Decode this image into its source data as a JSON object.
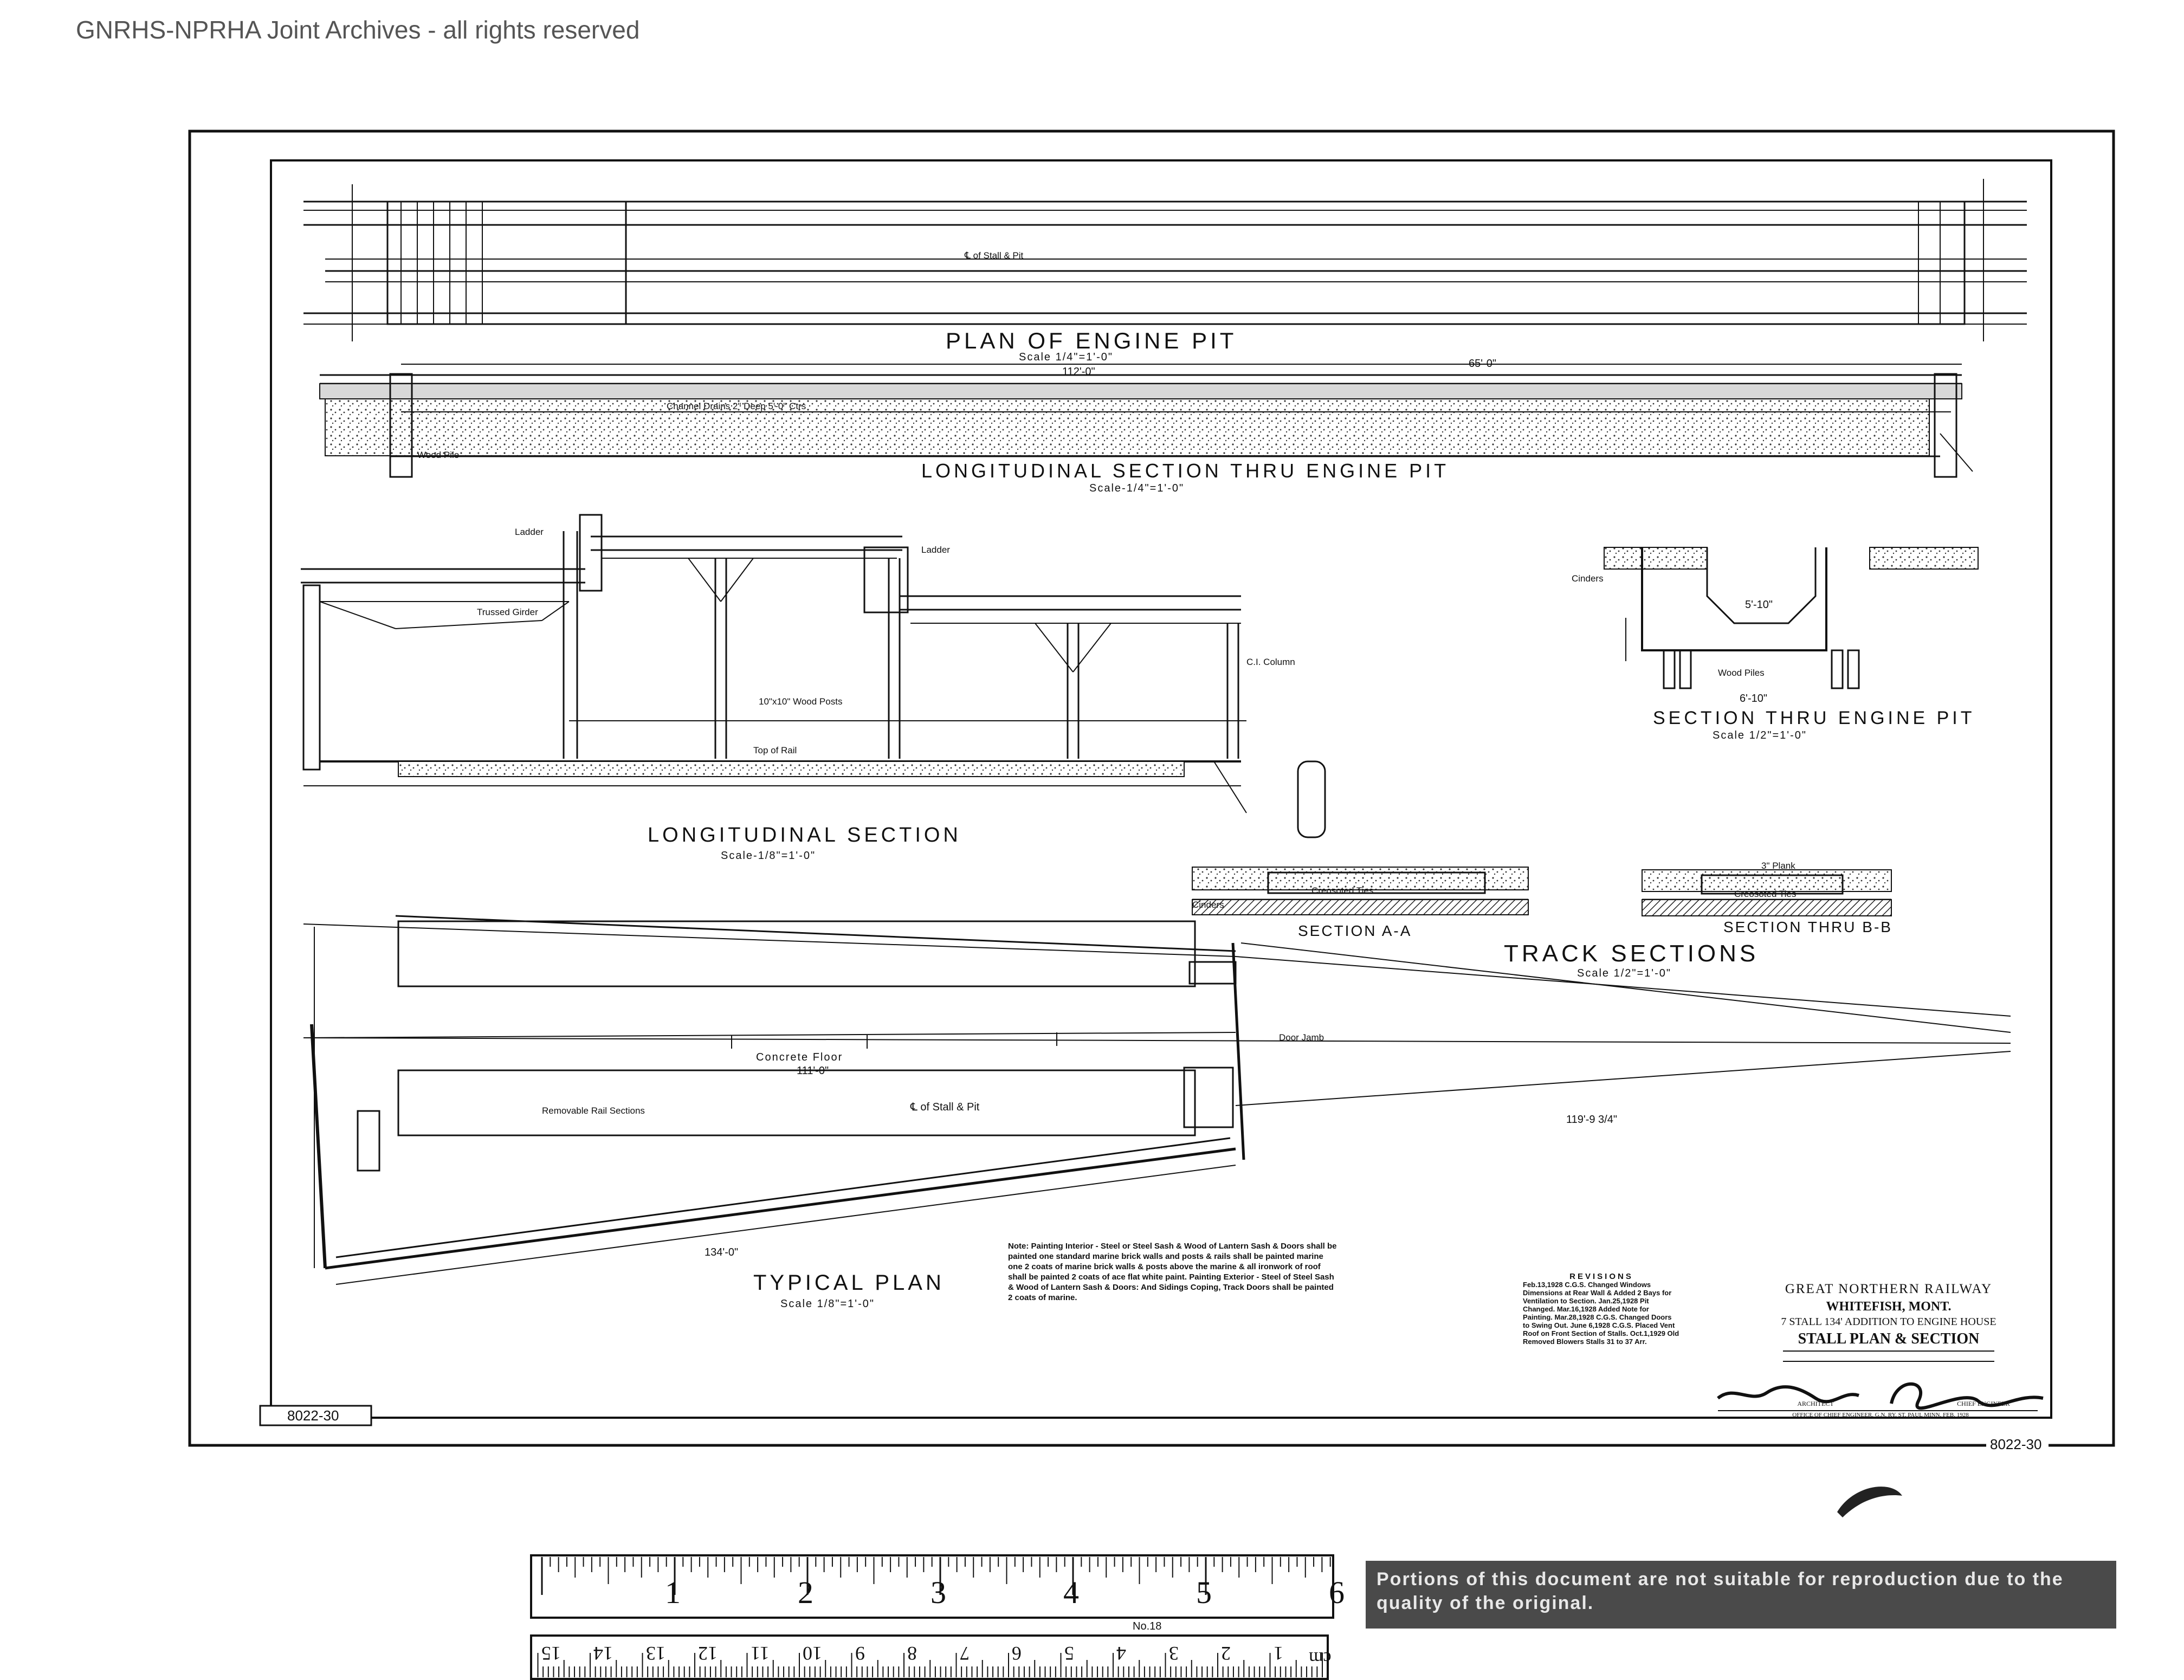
{
  "watermark": "GNRHS-NPRHA Joint Archives - all rights reserved",
  "views": {
    "plan_engine_pit": {
      "title": "Plan of Engine Pit",
      "scale": "Scale 1/4\"=1'-0\""
    },
    "long_section_pit": {
      "title": "Longitudinal Section Thru Engine Pit",
      "scale": "Scale-1/4\"=1'-0\""
    },
    "long_section": {
      "title": "Longitudinal Section",
      "scale": "Scale-1/8\"=1'-0\""
    },
    "section_pit": {
      "title": "Section Thru Engine Pit",
      "scale": "Scale 1/2\"=1'-0\""
    },
    "track_sections": {
      "title": "Track Sections",
      "scale": "Scale 1/2\"=1'-0\""
    },
    "section_aa": {
      "title": "Section A-A"
    },
    "section_bb": {
      "title": "Section Thru B-B"
    },
    "typical_plan": {
      "title": "Typical Plan",
      "scale": "Scale 1/8\"=1'-0\""
    }
  },
  "labels": {
    "cl_stall_pit": "℄ of Stall & Pit",
    "dim_112": "112'-0\"",
    "dim_65": "65'-0\"",
    "channel_drains": "Channel Drains 2\" Deep 5'-0\" Ctrs",
    "wood_pile": "Wood Pile",
    "ladder_1": "Ladder",
    "ladder_2": "Ladder",
    "trussed_girder": "Trussed Girder",
    "posts": "10\"x10\" Wood Posts",
    "ci_column": "C.I. Column",
    "top_of_rail": "Top of Rail",
    "creosoted_ties_1": "Creosoted Ties",
    "creosoted_ties_2": "Creosoted Ties",
    "plank": "3\" Plank",
    "wood_piles": "Wood Piles",
    "cinders_1": "Cinders",
    "cinders_2": "Cinders",
    "concrete_floor": "Concrete Floor",
    "removable_rail": "Removable Rail Sections",
    "cl_stall_pit_2": "℄ of Stall & Pit",
    "dim_111": "111'-0\"",
    "dim_134": "134'-0\"",
    "dim_119": "119'-9 3/4\"",
    "door_jamb": "Door Jamb",
    "dim_66": "6'-10\"",
    "dim_510": "5'-10\""
  },
  "notes": "Note: Painting Interior - Steel or Steel Sash & Wood of Lantern Sash & Doors shall be painted one standard marine brick walls and posts & rails shall be painted marine one 2 coats of marine brick walls & posts above the marine & all ironwork of roof shall be painted 2 coats of ace flat white paint. Painting Exterior - Steel of Steel Sash & Wood of Lantern Sash & Doors: And Sidings Coping, Track Doors shall be painted 2 coats of marine.",
  "revisions": {
    "heading": "Revisions",
    "text": "Feb.13,1928 C.G.S. Changed Windows Dimensions at Rear Wall & Added 2 Bays for Ventilation to Section. Jan.25,1928 Pit Changed. Mar.16,1928 Added Note for Painting. Mar.28,1928 C.G.S. Changed Doors to Swing Out. June 6,1928 C.G.S. Placed Vent Roof on Front Section of Stalls. Oct.1,1929 Old Removed Blowers Stalls 31 to 37 Arr."
  },
  "title_block": {
    "company": "Great Northern Railway",
    "location": "Whitefish, Mont.",
    "project": "7 Stall 134' Addition to Engine House",
    "drawing_title": "Stall Plan & Section",
    "architect": "Architect",
    "chief_engineer": "Chief Engineer",
    "office": "Office of Chief Engineer, G.N. Ry. St. Paul Minn. Feb. 1928"
  },
  "drawing_number_left": "8022-30",
  "drawing_number_right": "8022-30",
  "ruler": {
    "inch_numbers": [
      "1",
      "2",
      "3",
      "4",
      "5",
      "6"
    ],
    "cm_numbers": [
      "15",
      "14",
      "13",
      "12",
      "11",
      "10",
      "9",
      "8",
      "7",
      "6",
      "5",
      "4",
      "3",
      "2",
      "1"
    ],
    "maker": "No.18",
    "cm_label": "cm"
  },
  "reproduction_notice": "Portions of this document are not suitable for reproduction due to the quality of the original."
}
